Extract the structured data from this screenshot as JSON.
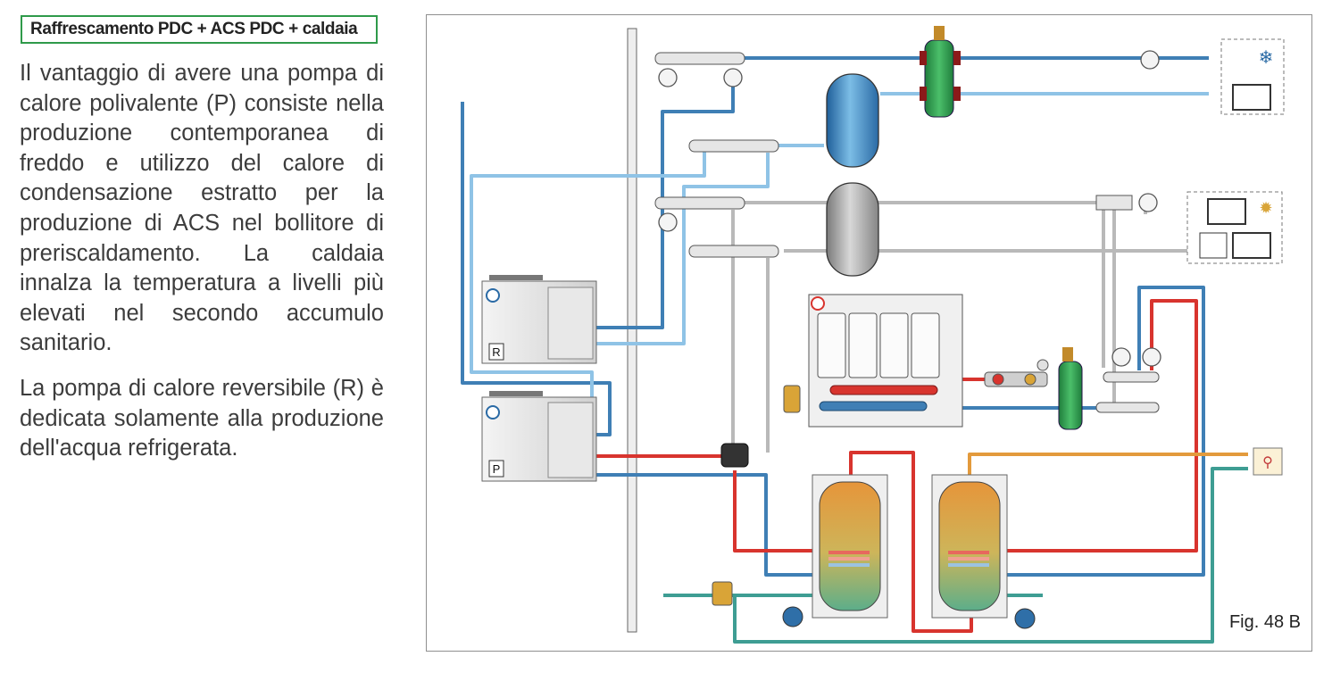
{
  "header": {
    "title": "Raffrescamento PDC + ACS PDC + caldaia"
  },
  "text": {
    "paragraph1": "Il vantaggio di avere una pompa di calore polivalente (P) consiste nella produzione contemporanea di freddo e utilizzo del calore di condensazione estratto per la produzione di ACS nel bollitore di preriscaldamento. La caldaia innalza la temperatura a livelli più elevati nel secondo accumulo sanitario.",
    "paragraph2": "La pompa di calore reversibile (R) è dedicata solamente alla produzione dell'acqua refrigerata."
  },
  "figure": {
    "label": "Fig.  48 B",
    "unit_r_label": "R",
    "unit_p_label": "P",
    "colors": {
      "cold_supply": "#3f7fb5",
      "cold_return": "#8fc3e6",
      "hot": "#d8342e",
      "gray": "#b9b9b9",
      "dhw": "#e39a3c",
      "cold_water": "#3e9d93",
      "separator": "#2c9a4e"
    }
  }
}
